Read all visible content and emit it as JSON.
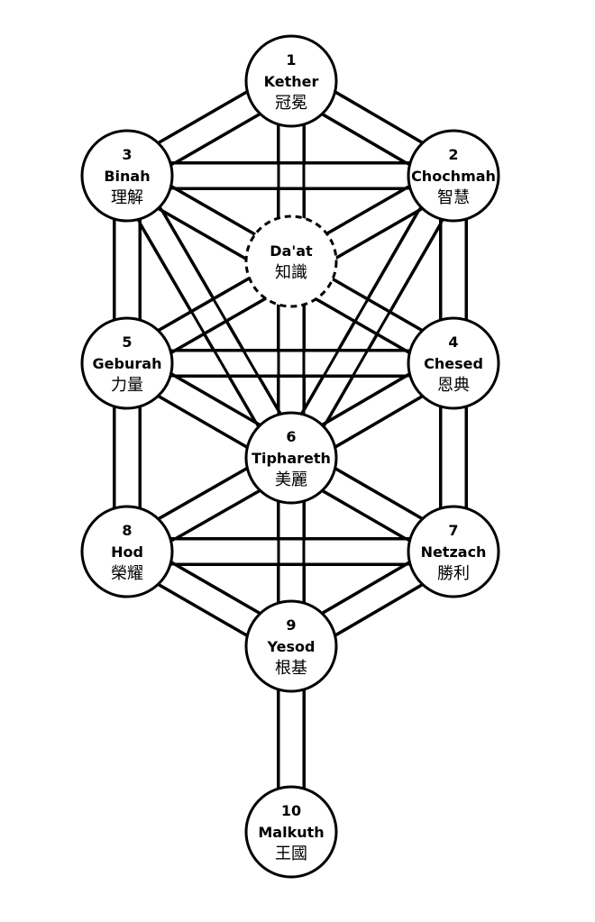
{
  "colors": {
    "stroke": "#000000",
    "fill": "#ffffff",
    "background": "#ffffff"
  },
  "sephirot": [
    {
      "id": "kether",
      "number": "1",
      "name": "Kether",
      "cjk": "冠冕",
      "style": "solid"
    },
    {
      "id": "chochmah",
      "number": "2",
      "name": "Chochmah",
      "cjk": "智慧",
      "style": "solid"
    },
    {
      "id": "binah",
      "number": "3",
      "name": "Binah",
      "cjk": "理解",
      "style": "solid"
    },
    {
      "id": "daat",
      "number": "",
      "name": "Da'at",
      "cjk": "知識",
      "style": "dashed"
    },
    {
      "id": "chesed",
      "number": "4",
      "name": "Chesed",
      "cjk": "恩典",
      "style": "solid"
    },
    {
      "id": "geburah",
      "number": "5",
      "name": "Geburah",
      "cjk": "力量",
      "style": "solid"
    },
    {
      "id": "tiphareth",
      "number": "6",
      "name": "Tiphareth",
      "cjk": "美麗",
      "style": "solid"
    },
    {
      "id": "netzach",
      "number": "7",
      "name": "Netzach",
      "cjk": "勝利",
      "style": "solid"
    },
    {
      "id": "hod",
      "number": "8",
      "name": "Hod",
      "cjk": "榮耀",
      "style": "solid"
    },
    {
      "id": "yesod",
      "number": "9",
      "name": "Yesod",
      "cjk": "根基",
      "style": "solid"
    },
    {
      "id": "malkuth",
      "number": "10",
      "name": "Malkuth",
      "cjk": "王國",
      "style": "solid"
    }
  ],
  "paths": [
    [
      "kether",
      "chochmah"
    ],
    [
      "kether",
      "binah"
    ],
    [
      "kether",
      "tiphareth"
    ],
    [
      "chochmah",
      "binah"
    ],
    [
      "chochmah",
      "tiphareth"
    ],
    [
      "chochmah",
      "chesed"
    ],
    [
      "binah",
      "tiphareth"
    ],
    [
      "binah",
      "geburah"
    ],
    [
      "chesed",
      "geburah"
    ],
    [
      "chesed",
      "tiphareth"
    ],
    [
      "chesed",
      "netzach"
    ],
    [
      "geburah",
      "tiphareth"
    ],
    [
      "geburah",
      "hod"
    ],
    [
      "tiphareth",
      "netzach"
    ],
    [
      "tiphareth",
      "hod"
    ],
    [
      "tiphareth",
      "yesod"
    ],
    [
      "netzach",
      "hod"
    ],
    [
      "netzach",
      "yesod"
    ],
    [
      "hod",
      "yesod"
    ],
    [
      "yesod",
      "malkuth"
    ],
    [
      "chochmah",
      "geburah"
    ],
    [
      "binah",
      "chesed"
    ]
  ]
}
